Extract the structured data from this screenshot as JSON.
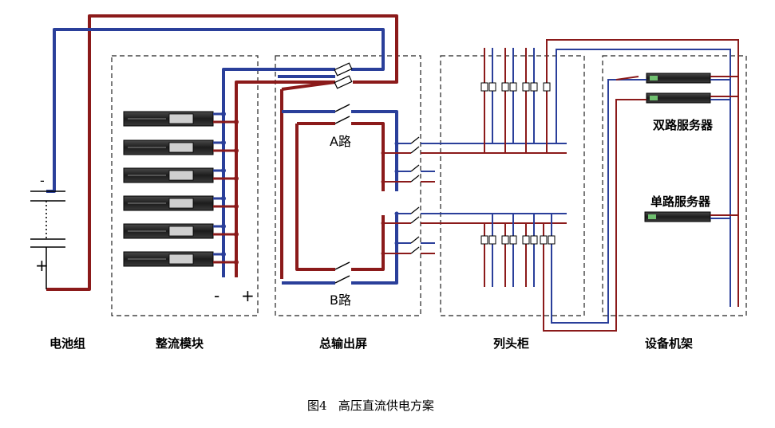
{
  "labels": {
    "battery": "电池组",
    "rectifier": "整流模块",
    "main_panel": "总输出屏",
    "column_cabinet": "列头柜",
    "equipment_rack": "设备机架",
    "route_a": "A路",
    "route_b": "B路",
    "dual_server": "双路服务器",
    "single_server": "单路服务器",
    "minus": "-",
    "plus": "+"
  },
  "caption": "图4   高压直流供电方案",
  "colors": {
    "positive_line": "#8b1a1a",
    "negative_line": "#2a3f9a"
  }
}
